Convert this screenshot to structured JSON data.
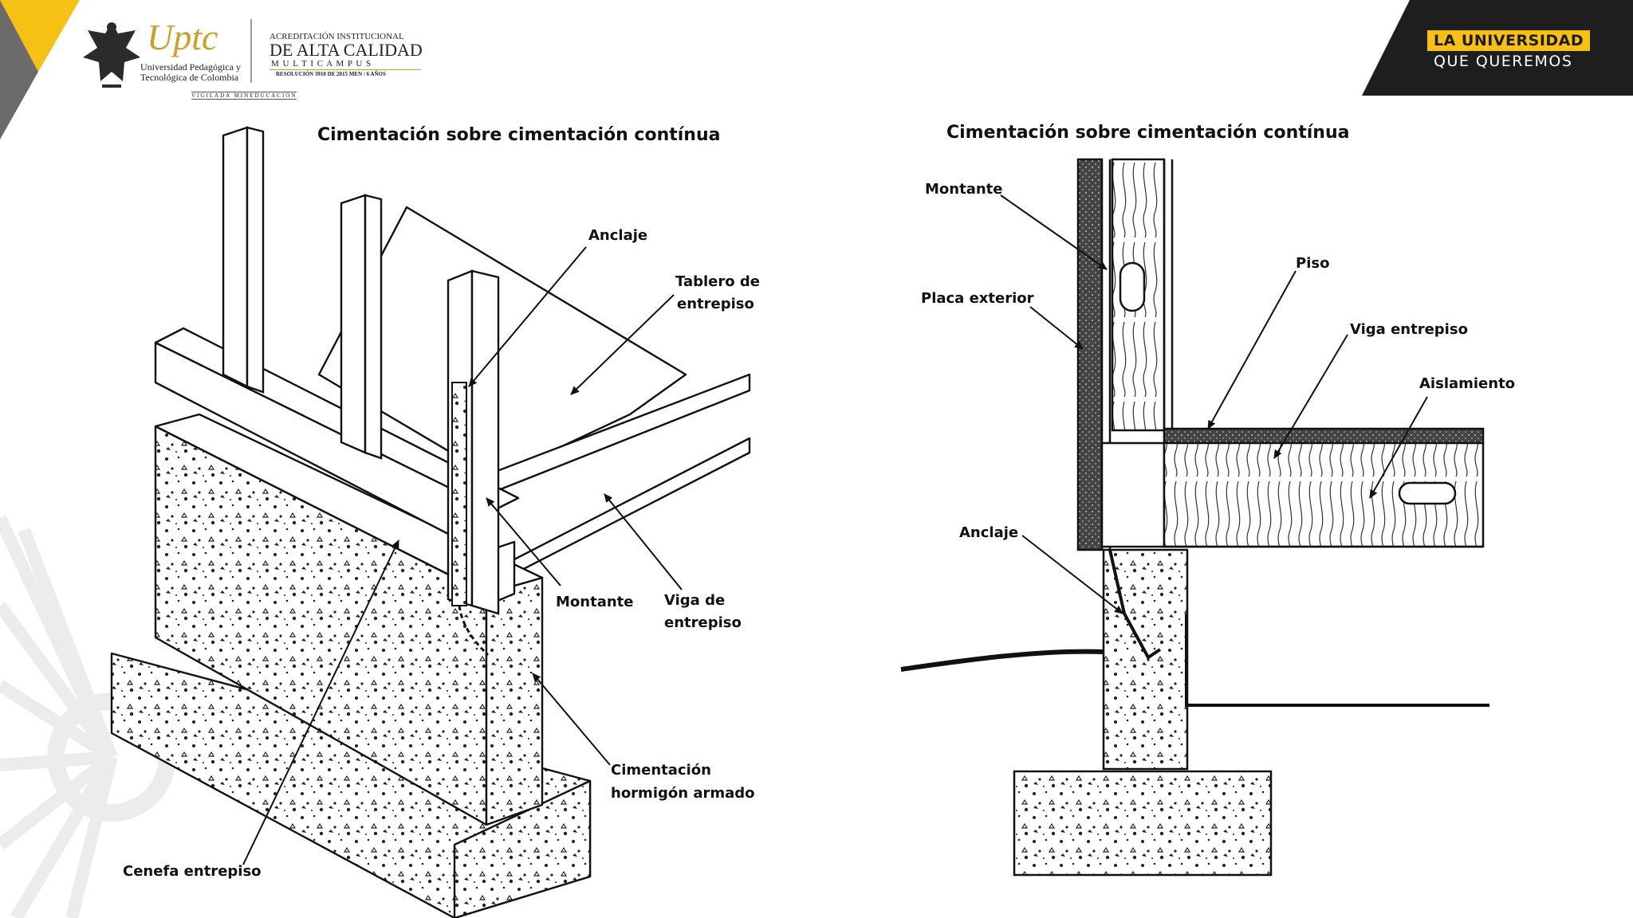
{
  "header": {
    "university_logo_text": "Uptc",
    "university_name_line1": "Universidad Pedagógica y",
    "university_name_line2": "Tecnológica de Colombia",
    "accreditation_line1": "ACREDITACIÓN INSTITUCIONAL",
    "accreditation_line2": "DE ALTA CALIDAD",
    "accreditation_line3": "M U L T I C A M P U S",
    "accreditation_resolution": "RESOLUCIÓN 3910 DE 2015 MEN / 6 AÑOS",
    "vigilada": "VIGILADA MINEDUCACIÓN"
  },
  "banner": {
    "line1": "LA UNIVERSIDAD",
    "line2": "QUE QUEREMOS"
  },
  "left_diagram": {
    "title": "Cimentación sobre cimentación contínua",
    "labels": {
      "anclaje": "Anclaje",
      "tablero_1": "Tablero de",
      "tablero_2": "entrepiso",
      "montante": "Montante",
      "viga_1": "Viga de",
      "viga_2": "entrepiso",
      "cimentacion_1": "Cimentación",
      "cimentacion_2": "hormigón armado",
      "cenefa": "Cenefa entrepiso"
    }
  },
  "right_diagram": {
    "title": "Cimentación sobre cimentación contínua",
    "labels": {
      "montante": "Montante",
      "placa": "Placa exterior",
      "piso": "Piso",
      "viga": "Viga entrepiso",
      "aislamiento": "Aislamiento",
      "anclaje": "Anclaje"
    }
  },
  "colors": {
    "brand_gold": "#f6c113",
    "banner_dark": "#1e1e1e",
    "logo_gold": "#caa028"
  }
}
